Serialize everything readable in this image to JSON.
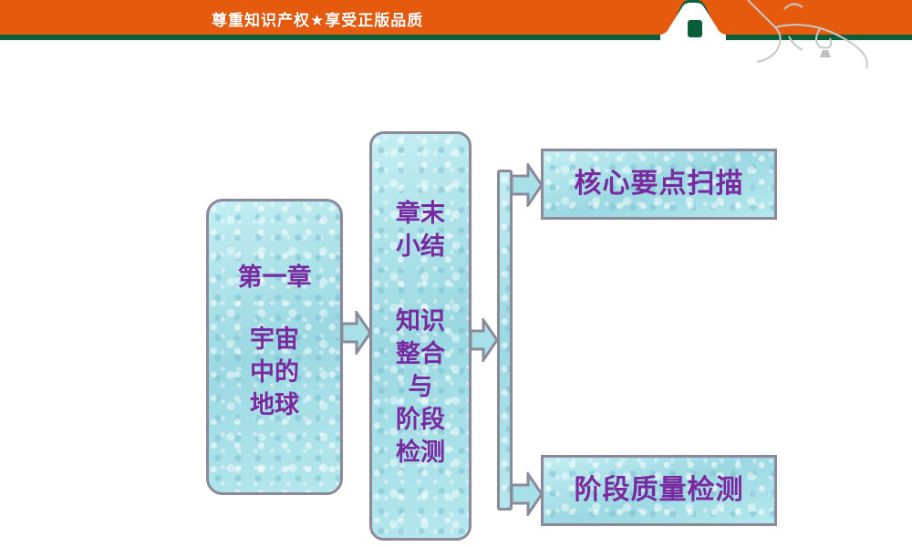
{
  "banner": {
    "slogan": "尊重知识产权★享受正版品质",
    "colors": {
      "orange": "#e55a0c",
      "green": "#0b5e3a"
    }
  },
  "diagram": {
    "root": {
      "title": "第一章",
      "lines": [
        "宇宙",
        "中的",
        "地球"
      ]
    },
    "middle": {
      "title_lines": [
        "章末",
        "小结"
      ],
      "lines": [
        "知识",
        "整合",
        "与",
        "阶段",
        "检测"
      ]
    },
    "branches": [
      {
        "label": "核心要点扫描"
      },
      {
        "label": "阶段质量检测"
      }
    ],
    "colors": {
      "text": "#7a2aa0",
      "border": "#8a8a9a",
      "fill": "#a8e0e8"
    }
  }
}
